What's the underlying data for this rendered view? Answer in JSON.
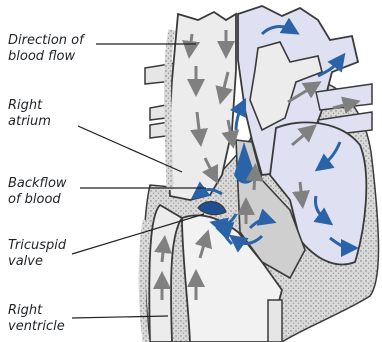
{
  "labels": {
    "direction": {
      "line1": "Direction of",
      "line2": "blood flow"
    },
    "atrium": {
      "line1": "Right",
      "line2": "atrium"
    },
    "backflow": {
      "line1": "Backflow",
      "line2": "of blood"
    },
    "valve": {
      "line1": "Tricuspid",
      "line2": "valve"
    },
    "ventricle": {
      "line1": "Right",
      "line2": "ventricle"
    }
  },
  "colors": {
    "outline": "#3a3a3a",
    "vessel_fill": "#ececec",
    "chamber_fill": "#f2f2f2",
    "left_heart_fill": "#dfe1f2",
    "normal_flow_arrow": "#808080",
    "backflow_arrow": "#2b63a8",
    "stipple": "#bdbdbd",
    "leader_line": "#222222"
  },
  "icons": {
    "flow_arrow": "arrow-icon",
    "backflow_arrow": "curved-arrow-icon",
    "valve": "tricuspid-valve-icon"
  }
}
